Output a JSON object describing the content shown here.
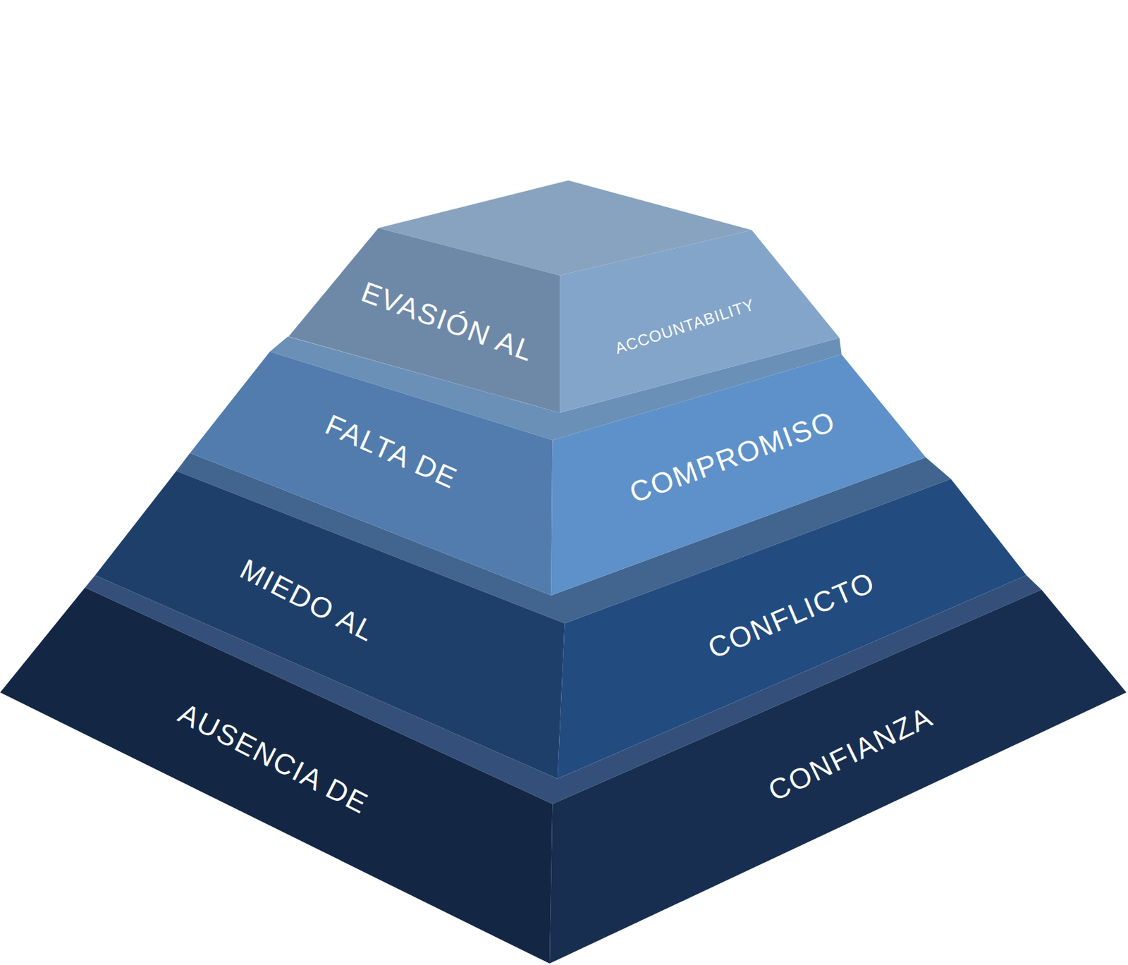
{
  "diagram": {
    "nodes": [
      {
        "text": [
          "EVASIÓN AL",
          "ACCOUNTABILITY"
        ]
      },
      {
        "text": [
          "FALTA DE",
          "COMPROMISO"
        ]
      },
      {
        "text": [
          "MIEDO AL",
          "CONFLICTO"
        ]
      },
      {
        "text": [
          "AUSENCIA DE",
          "CONFIANZA"
        ]
      }
    ]
  }
}
